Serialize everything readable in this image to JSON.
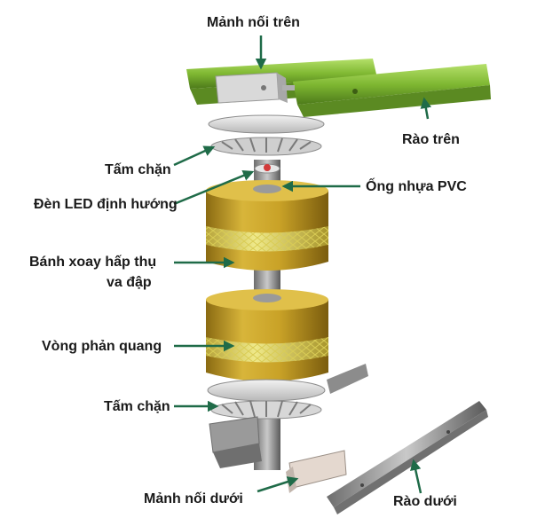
{
  "labels": {
    "upper_connector": "Mảnh nối trên",
    "upper_rail": "Rào trên",
    "top_stopper_plate": "Tấm chặn",
    "pvc_pipe": "Ống nhựa PVC",
    "led_light": "Đèn LED định hướng",
    "roller_line1": "Bánh xoay hấp thụ",
    "roller_line2": "va đập",
    "reflective_ring": "Vòng phản quang",
    "bottom_stopper_plate": "Tấm chặn",
    "lower_connector": "Mảnh nối dưới",
    "lower_rail": "Rào dưới"
  },
  "colors": {
    "arrow": "#1f6b48",
    "rail_green": "#8cc63f",
    "roller_gold": "#c9a227",
    "reflective_band": "#e8e27a"
  }
}
